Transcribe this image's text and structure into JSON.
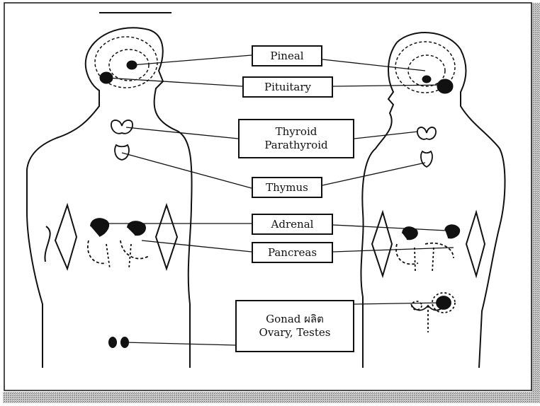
{
  "labels": {
    "pineal": "Pineal",
    "pituitary": "Pituitary",
    "thyroid": "Thyroid",
    "parathyroid": "Parathyroid",
    "thymus": "Thymus",
    "adrenal": "Adrenal",
    "pancreas": "Pancreas",
    "gonad": "Gonad ผลิต",
    "gonad_sub": "Ovary, Testes"
  },
  "colors": {
    "ink": "#111111",
    "paper": "#ffffff",
    "shadow": "#8a8a8a"
  }
}
